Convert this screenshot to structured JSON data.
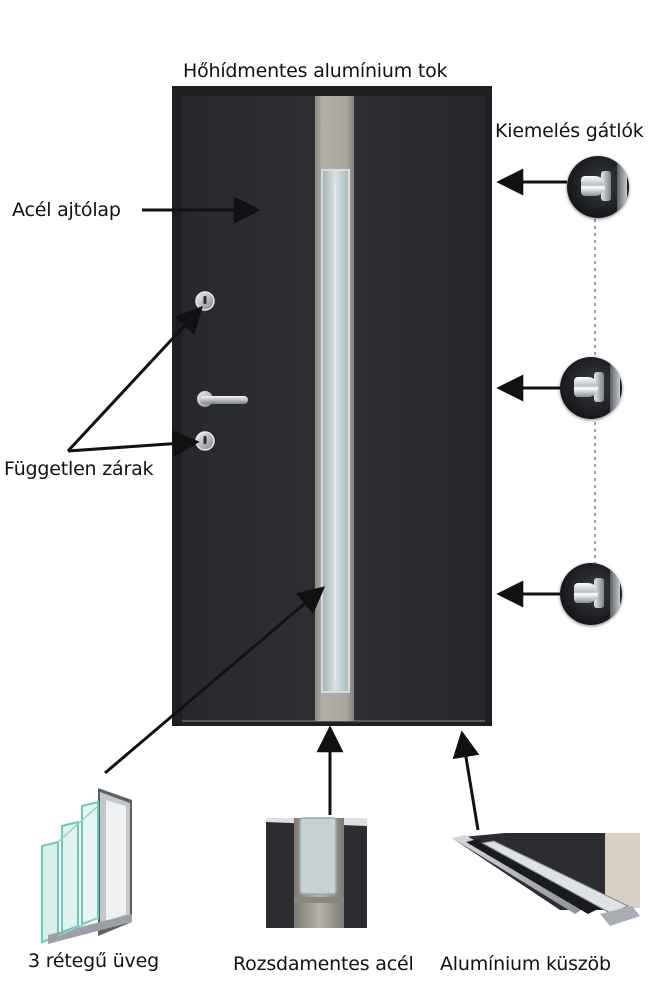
{
  "labels": {
    "frame": "Hőhídmentes alumínium tok",
    "hinge_guards": "Kiemelés gátlók",
    "door_leaf": "Acél ajtólap",
    "locks": "Független zárak",
    "glass": "3 rétegű üveg",
    "stainless": "Rozsdamentes acél",
    "threshold": "Alumínium küszöb"
  },
  "colors": {
    "door_panel": "#2b2d33",
    "frame": "#1d1f23",
    "steel_strip": "#a7a39c",
    "glass_pane": "#c9d6d8",
    "arrow": "#111111",
    "glass_edge": "#6fc7b8"
  },
  "icons": {
    "handle": "lever-handle-icon",
    "lock": "cylinder-lock-icon",
    "hinge_guard": "hinge-pin-icon"
  }
}
